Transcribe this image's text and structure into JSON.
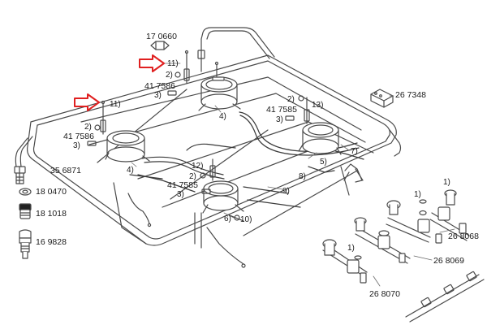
{
  "labels": {
    "pn_170660": "17 0660",
    "pn_417586_top": "41 7586",
    "pn_417586_left": "41 7586",
    "pn_417585_right": "41 7585",
    "pn_417585_bottom": "41 7585",
    "pn_267348": "26 7348",
    "pn_356871": "35 6871",
    "pn_180470": "18 0470",
    "pn_181018": "18 1018",
    "pn_169828": "16 9828",
    "pn_268068": "26 8068",
    "pn_268069": "26 8069",
    "pn_268070": "26 8070",
    "c1_top": "1)",
    "c1_mid": "1)",
    "c1_low": "1)",
    "c2_top": "2)",
    "c2_left": "2)",
    "c2_right": "2)",
    "c2_bottom": "2)",
    "c3_top": "3)",
    "c3_left": "3)",
    "c3_right": "3)",
    "c3_bottom": "3)",
    "c4_rear": "4)",
    "c4_left": "4)",
    "c5": "5)",
    "c6": "6)",
    "c7": "7)",
    "c8": "8)",
    "c9": "9)",
    "c10": "10)",
    "c11_top": "11)",
    "c11_left": "11)",
    "c12": "12)",
    "c13": "13)"
  },
  "colors": {
    "arrow": "#e02020",
    "line": "#2a2a2a",
    "frame": "#5a5a5a"
  },
  "icons": [
    "red-arrow-icon",
    "burner-icon",
    "thermocouple-icon",
    "valve-icon",
    "nut-icon",
    "washer-icon",
    "injector-icon",
    "clip-icon"
  ]
}
